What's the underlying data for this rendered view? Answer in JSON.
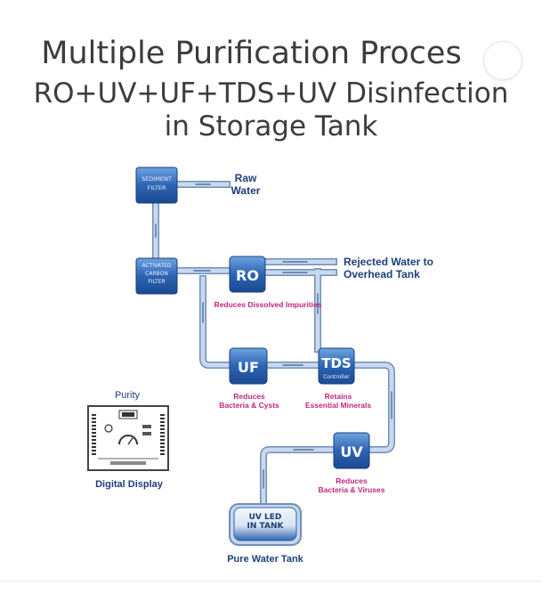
{
  "title": {
    "line1": "Multiple Purification Proces",
    "line2": "RO+UV+UF+TDS+UV Disinfection",
    "line3": "in Storage Tank"
  },
  "stages": {
    "sediment": {
      "line1": "SEDIMENT",
      "line2": "FILTER"
    },
    "carbon": {
      "line1": "ACTIVATED",
      "line2": "CARBON",
      "line3": "FILTER"
    },
    "ro": {
      "label": "RO"
    },
    "uf": {
      "label": "UF"
    },
    "tds": {
      "label": "TDS",
      "sub": "Controller"
    },
    "uv": {
      "label": "UV"
    },
    "uvled": {
      "line1": "UV LED",
      "line2": "IN TANK"
    }
  },
  "labels": {
    "raw_water": "Raw\nWater",
    "rejected": "Rejected Water to\nOverhead Tank",
    "ro_desc": "Reduces Dissolved Impurities",
    "uf_desc": "Reduces\nBacteria & Cysts",
    "tds_desc": "Retains\nEssential Minerals",
    "uv_desc": "Reduces\nBacteria & Viruses",
    "pure_tank": "Pure Water Tank",
    "purity": "Purity",
    "digital_display": "Digital Display"
  },
  "colors": {
    "box_dark": "#1d4f97",
    "box_light": "#5b93d6",
    "pipe": "#a7bedc",
    "pipe_edge": "#6f8fb9",
    "blue_text": "#1e3f7a",
    "pink_text": "#c0267e"
  }
}
